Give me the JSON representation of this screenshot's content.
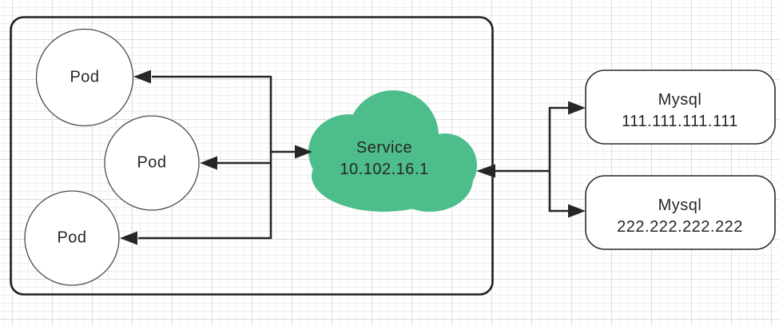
{
  "canvas": {
    "background": "#ffffff",
    "grid_minor_color": "#efefef",
    "grid_major_color": "#dddddd"
  },
  "cluster": {
    "pods": [
      {
        "label": "Pod"
      },
      {
        "label": "Pod"
      },
      {
        "label": "Pod"
      }
    ]
  },
  "service": {
    "name": "Service",
    "ip": "10.102.16.1",
    "fill": "#4dbd8b"
  },
  "databases": [
    {
      "name": "Mysql",
      "ip": "111.111.111.111"
    },
    {
      "name": "Mysql",
      "ip": "222.222.222.222"
    }
  ],
  "colors": {
    "connector": "#262626",
    "text": "#262626",
    "pod_border": "#4a4a4a",
    "database_border": "#2b2b2b",
    "cluster_border": "#1f1f1f"
  }
}
